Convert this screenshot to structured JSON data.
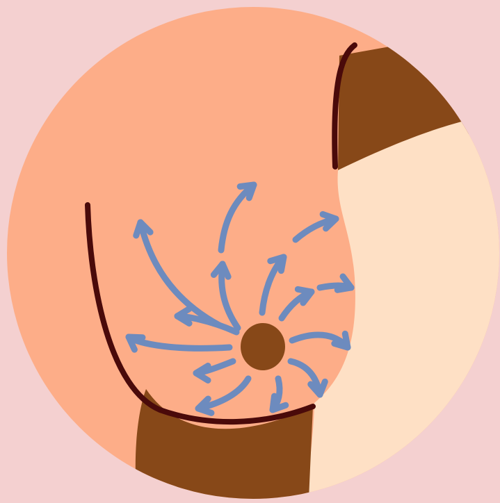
{
  "colors": {
    "background": "#f4d0d0",
    "skin": "#fdad88",
    "skin_light": "#fee0c5",
    "bra": "#874818",
    "nipple": "#874818",
    "outline": "#4a0a0a",
    "arrow": "#6d8bbe"
  },
  "illustration": {
    "subject": "breast-self-massage-diagram",
    "arrow_count": 14,
    "arrow_direction": "outward-from-nipple"
  }
}
